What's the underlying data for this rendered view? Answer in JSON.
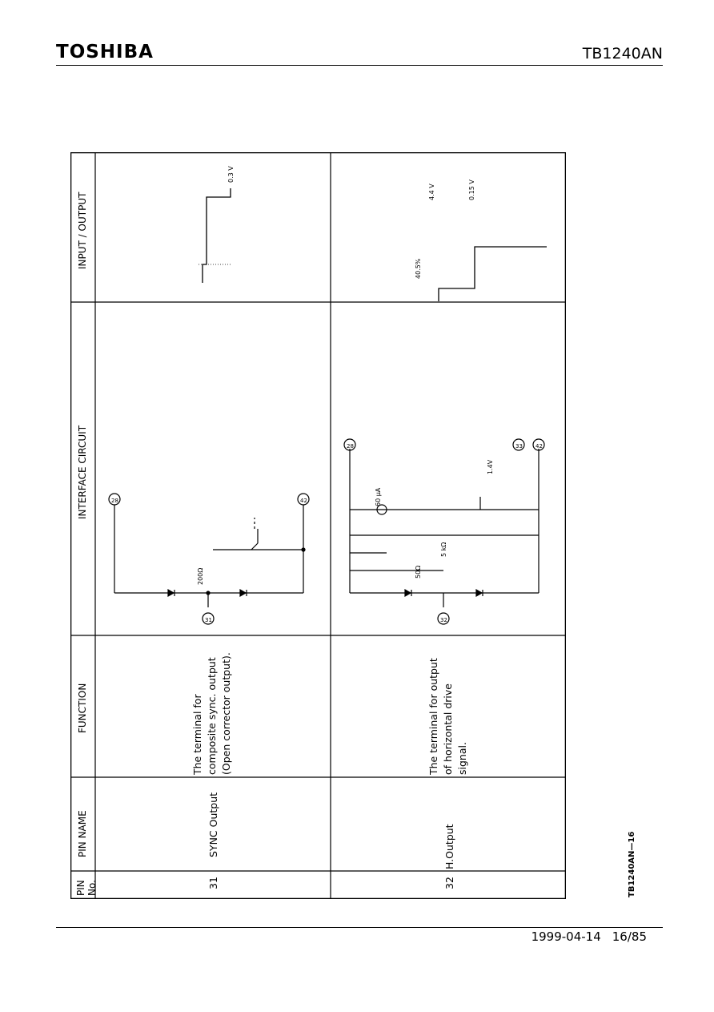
{
  "header": {
    "brand": "TOSHIBA",
    "part_number": "TB1240AN"
  },
  "table": {
    "columns": {
      "pin_no_line1": "PIN",
      "pin_no_line2": "No.",
      "pin_name": "PIN NAME",
      "function": "FUNCTION",
      "interface": "INTERFACE CIRCUIT",
      "io": "INPUT / OUTPUT"
    },
    "rows": [
      {
        "pin": "31",
        "name": "SYNC Output",
        "function": [
          "The terminal for",
          "composite sync. output",
          "(Open corrector output)."
        ],
        "circuit": {
          "node_top": "28",
          "node_bottom": "42",
          "node_pin": "31",
          "resistor": "200Ω"
        },
        "io": {
          "level": "0.3 V"
        }
      },
      {
        "pin": "32",
        "name": "H.Output",
        "function": [
          "The terminal for output",
          "of horizontal drive",
          "signal."
        ],
        "circuit": {
          "node_top": "28",
          "node_a": "33",
          "node_bottom": "42",
          "node_pin": "32",
          "current": "60 μA",
          "voltage": "1.4V",
          "r1": "5 kΩ",
          "r2": "50Ω"
        },
        "io": {
          "high": "4.4 V",
          "low": "0.15 V",
          "duty": "40.5%"
        }
      }
    ]
  },
  "side_label": "TB1240AN—16",
  "footer": {
    "date": "1999-04-14",
    "page": "16/85"
  }
}
